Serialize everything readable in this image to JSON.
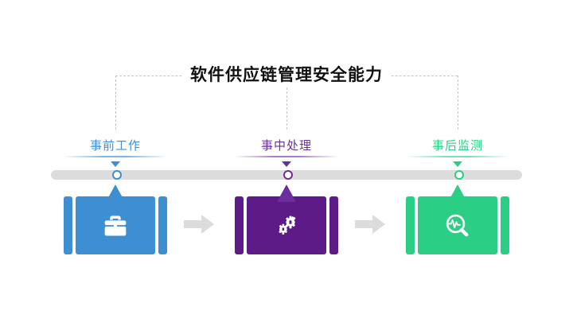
{
  "diagram": {
    "title": "软件供应链管理安全能力",
    "stages": [
      {
        "label": "事前工作",
        "color": "#3D8FD1",
        "icon": "briefcase-icon"
      },
      {
        "label": "事中处理",
        "color": "#5C1B87",
        "icon": "gears-icon"
      },
      {
        "label": "事后监测",
        "color": "#2ACF85",
        "icon": "magnifier-pulse-icon"
      }
    ],
    "connectors": {
      "flow_arrow_color": "#DCDCDC",
      "timeline_color": "#DCDCDC",
      "bracket_color": "#C6C6C6"
    },
    "background": "#FFFFFF"
  }
}
